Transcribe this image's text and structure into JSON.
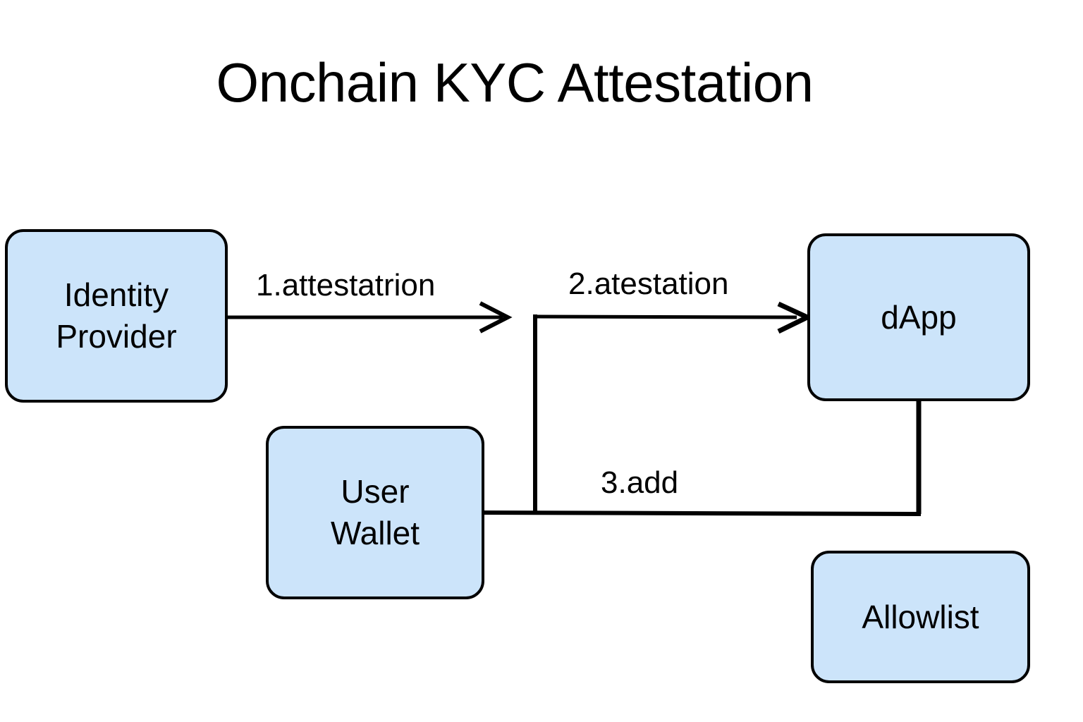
{
  "title": "Onchain KYC Attestation",
  "colors": {
    "node_fill": "#cce4fa",
    "node_stroke": "#000000",
    "connector": "#000000",
    "background": "#ffffff",
    "text": "#000000"
  },
  "nodes": [
    {
      "id": "identity-provider",
      "label": "Identity\nProvider"
    },
    {
      "id": "user-wallet",
      "label": "User\nWallet"
    },
    {
      "id": "dapp",
      "label": "dApp"
    },
    {
      "id": "allowlist",
      "label": "Allowlist"
    }
  ],
  "edges": [
    {
      "id": "edge-1",
      "label": "1.attestatrion",
      "from": "identity-provider",
      "to": "user-wallet-branch",
      "arrow": true
    },
    {
      "id": "edge-2",
      "label": "2.atestation",
      "from": "user-wallet",
      "to": "dapp",
      "arrow": true
    },
    {
      "id": "edge-3",
      "label": "3.add",
      "from": "dapp",
      "to": "user-wallet",
      "arrow": false
    }
  ],
  "chart_data": {
    "type": "diagram",
    "title": "Onchain KYC Attestation",
    "nodes": [
      "Identity Provider",
      "User Wallet",
      "dApp",
      "Allowlist"
    ],
    "edges": [
      {
        "label": "1.attestatrion",
        "source": "Identity Provider",
        "target": "User Wallet"
      },
      {
        "label": "2.atestation",
        "source": "User Wallet",
        "target": "dApp"
      },
      {
        "label": "3.add",
        "source": "dApp",
        "target": "User Wallet"
      }
    ]
  }
}
